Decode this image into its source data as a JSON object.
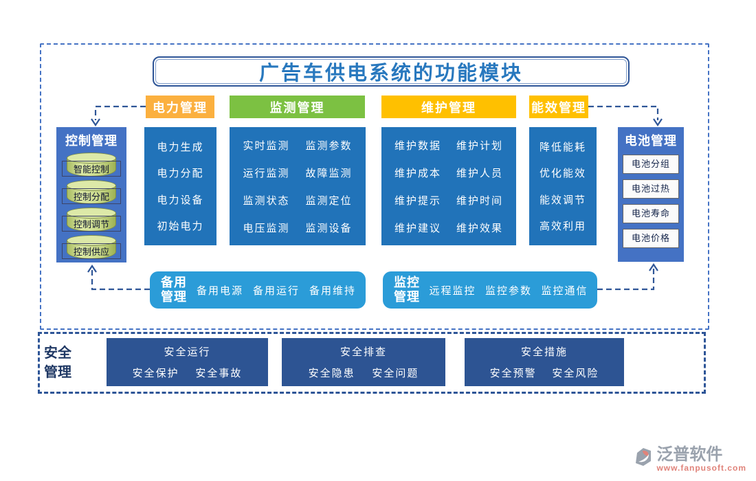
{
  "title": "广告车供电系统的功能模块",
  "columns": {
    "power": {
      "header": "电力管理",
      "items": [
        "电力生成",
        "电力分配",
        "电力设备",
        "初始电力"
      ]
    },
    "monitor": {
      "header": "监测管理",
      "items": [
        "实时监测",
        "监测参数",
        "运行监测",
        "故障监测",
        "监测状态",
        "监测定位",
        "电压监测",
        "监测设备"
      ]
    },
    "maintain": {
      "header": "维护管理",
      "items": [
        "维护数据",
        "维护计划",
        "维护成本",
        "维护人员",
        "维护提示",
        "维护时间",
        "维护建议",
        "维护效果"
      ]
    },
    "energy": {
      "header": "能效管理",
      "items": [
        "降低能耗",
        "优化能效",
        "能效调节",
        "高效利用"
      ]
    }
  },
  "control": {
    "title": "控制管理",
    "items": [
      "智能控制",
      "控制分配",
      "控制调节",
      "控制供应"
    ]
  },
  "battery": {
    "title": "电池管理",
    "items": [
      "电池分组",
      "电池过热",
      "电池寿命",
      "电池价格"
    ]
  },
  "backup": {
    "label": "备用\n管理",
    "items": [
      "备用电源",
      "备用运行",
      "备用维持"
    ]
  },
  "remote": {
    "label": "监控\n管理",
    "items": [
      "远程监控",
      "监控参数",
      "监控通信"
    ]
  },
  "safety": {
    "label": "安全\n管理",
    "groups": [
      {
        "title": "安全运行",
        "items": [
          "安全保护",
          "安全事故"
        ]
      },
      {
        "title": "安全排查",
        "items": [
          "安全隐患",
          "安全问题"
        ]
      },
      {
        "title": "安全措施",
        "items": [
          "安全预警",
          "安全风险"
        ]
      }
    ]
  },
  "watermark": {
    "brand": "泛普软件",
    "url": "www.fanpusoft.com"
  },
  "colors": {
    "accent_orange": "#FBB03F",
    "accent_green": "#7CC142",
    "accent_gold": "#FFC000",
    "column_blue": "#2173B9",
    "panel_blue": "#4472C4",
    "sky_blue": "#2B9CD8",
    "navy_box": "#2D5493",
    "frame_blue": "#4472C4",
    "connector_navy": "#2E5597"
  }
}
